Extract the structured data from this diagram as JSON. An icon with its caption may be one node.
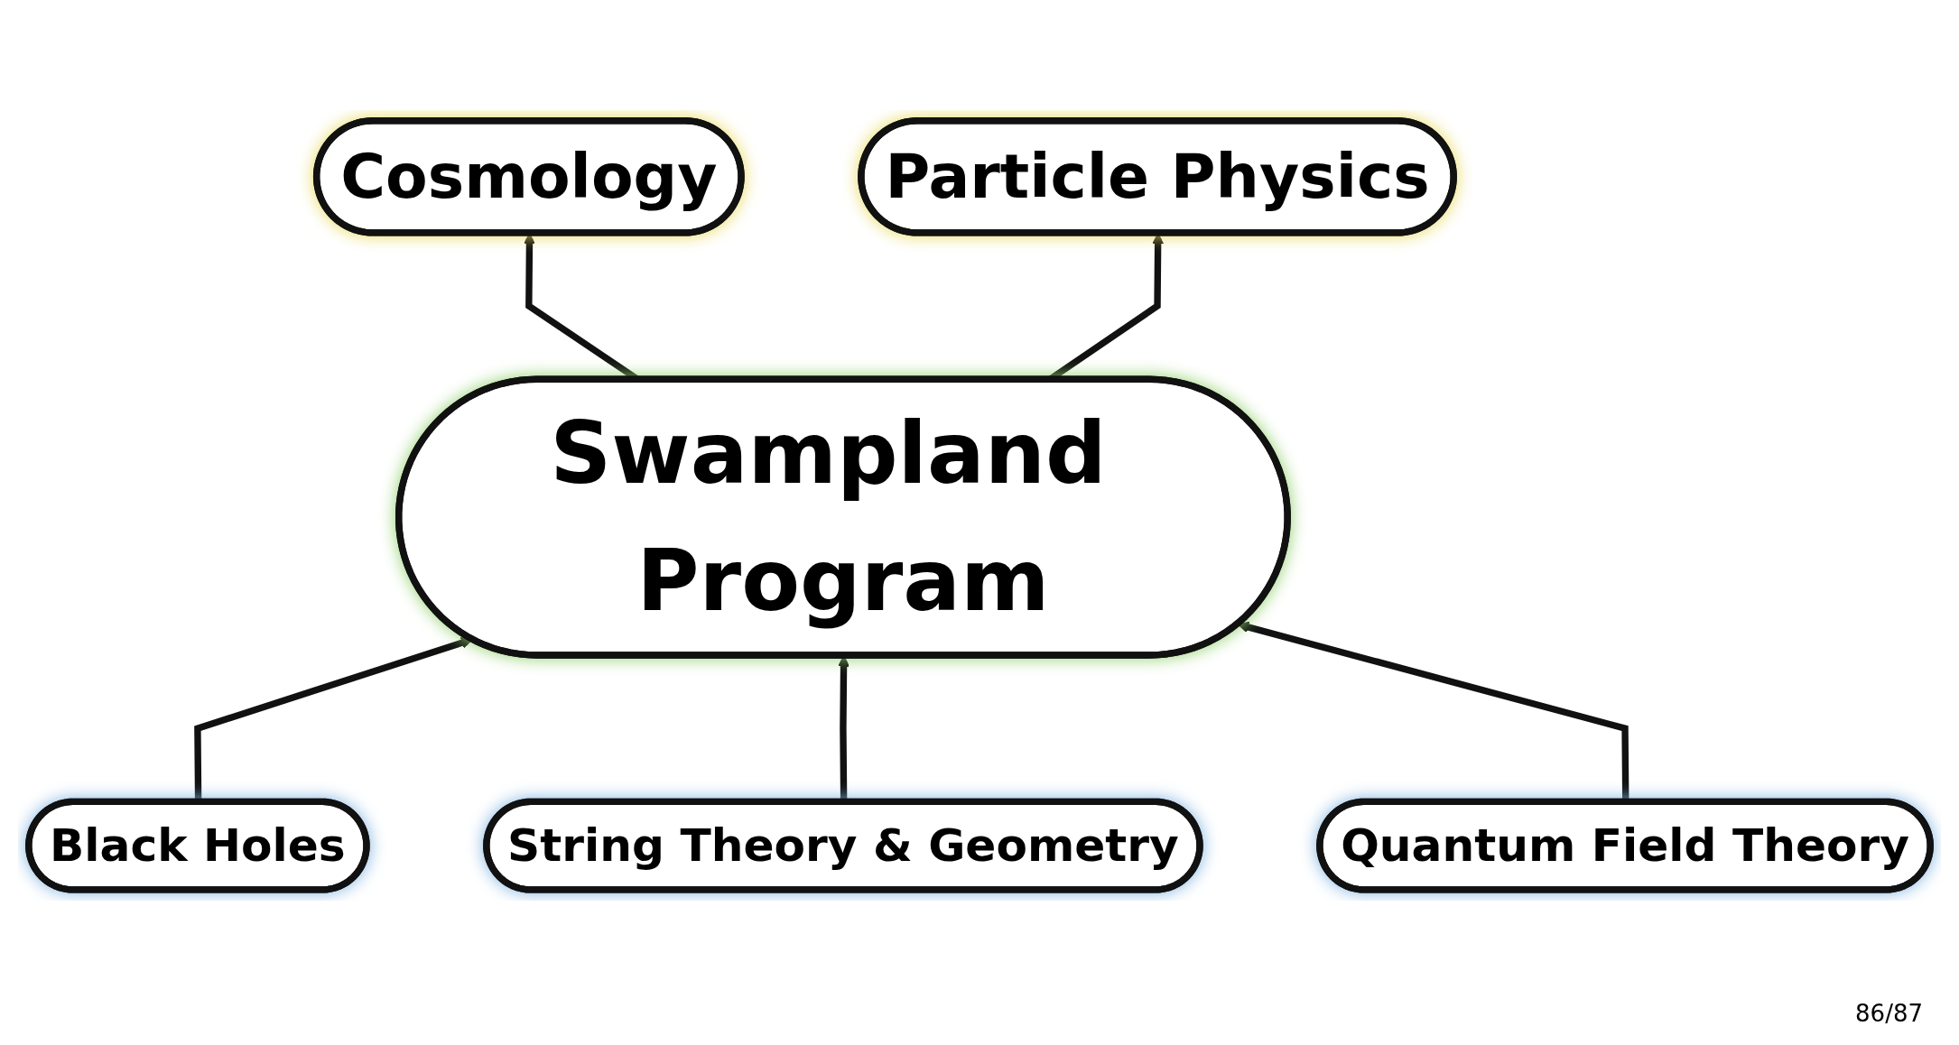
{
  "diagram": {
    "nodes": [
      {
        "text": [
          "Cosmology"
        ]
      },
      {
        "text": [
          "Particle Physics"
        ]
      },
      {
        "text": [
          "Swampland Program"
        ]
      },
      {
        "text": [
          "Black Holes"
        ]
      },
      {
        "text": [
          "String Theory & Geometry"
        ]
      },
      {
        "text": [
          "Quantum Field Theory"
        ]
      }
    ],
    "edges": [
      {
        "from": 2,
        "to": 0,
        "arrow": "to"
      },
      {
        "from": 2,
        "to": 1,
        "arrow": "to"
      },
      {
        "from": 3,
        "to": 2,
        "arrow": "to"
      },
      {
        "from": 4,
        "to": 2,
        "arrow": "to"
      },
      {
        "from": 5,
        "to": 2,
        "arrow": "to"
      }
    ],
    "labels": [
      "86/87"
    ]
  }
}
